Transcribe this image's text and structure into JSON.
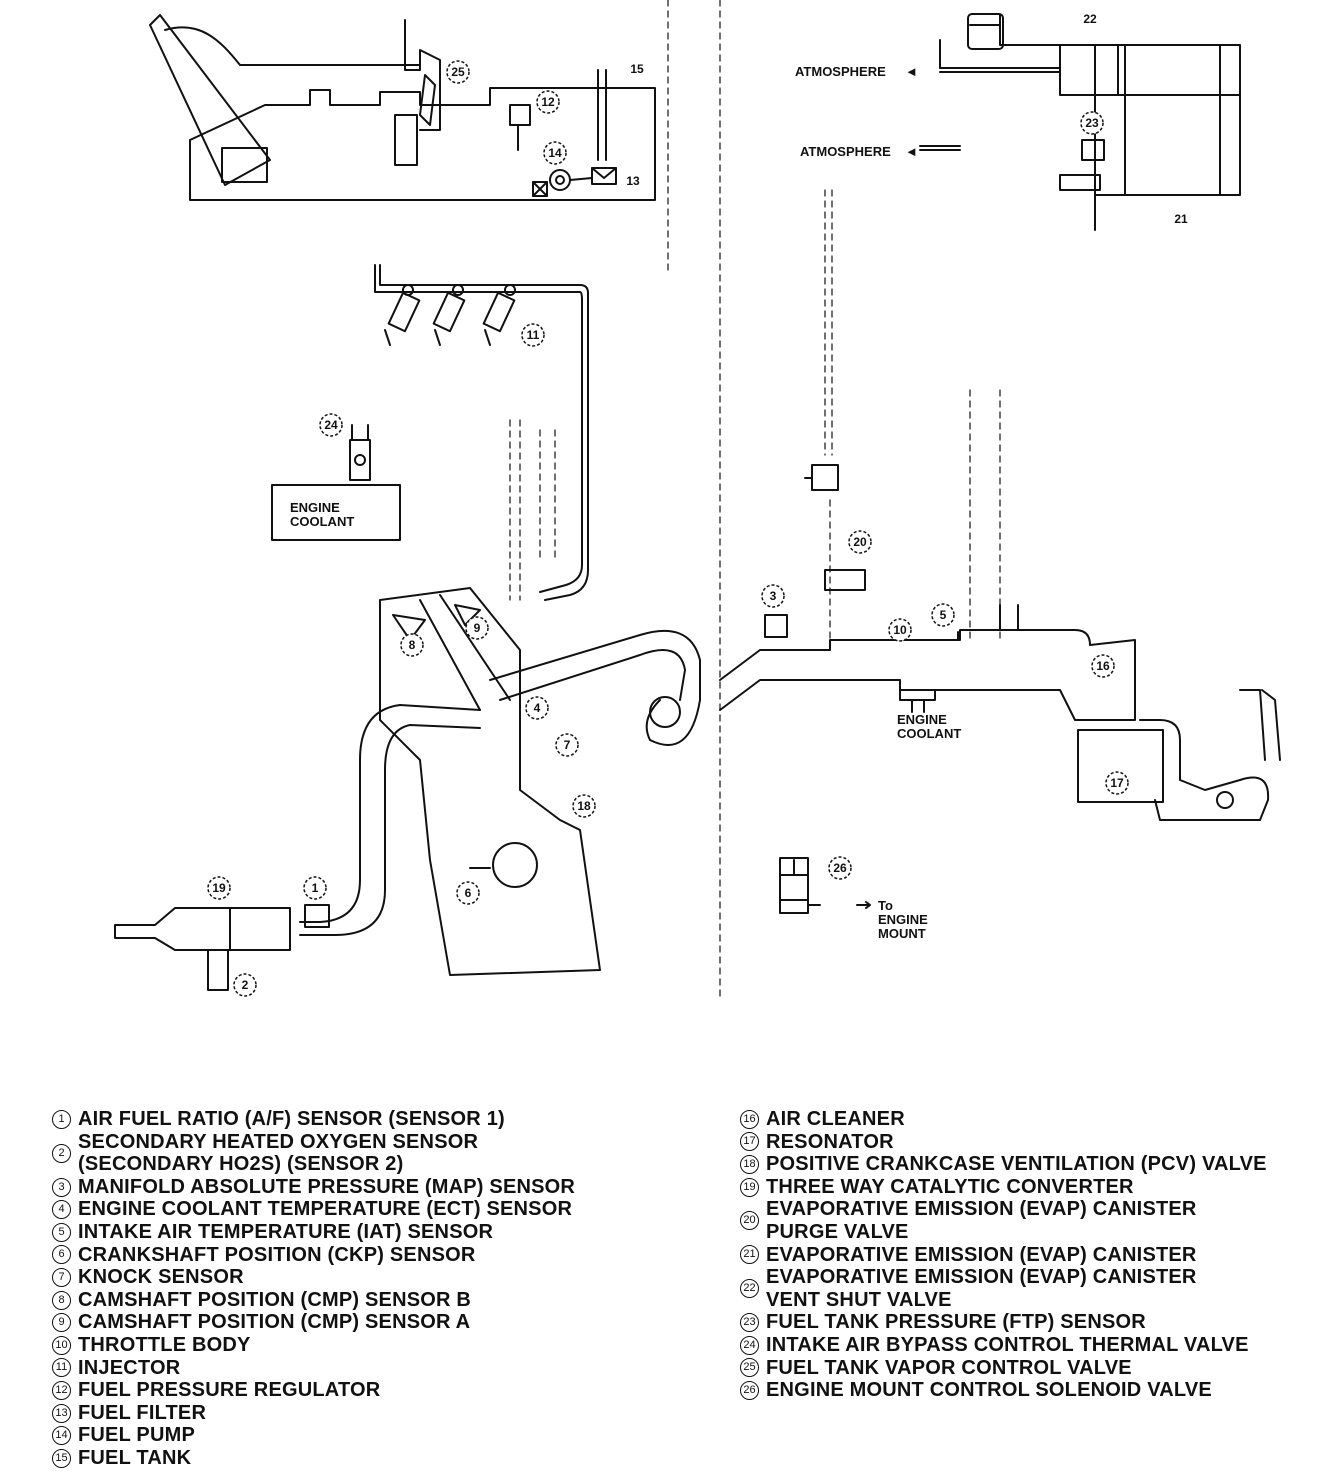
{
  "diagram": {
    "labels": {
      "atmosphere_1": "ATMOSPHERE",
      "atmosphere_2": "ATMOSPHERE",
      "engine_coolant_1": "ENGINE\nCOOLANT",
      "engine_coolant_2": "ENGINE\nCOOLANT",
      "to_engine_mount": "To\nENGINE\nMOUNT"
    },
    "callouts": [
      "1",
      "2",
      "3",
      "4",
      "5",
      "6",
      "7",
      "8",
      "9",
      "10",
      "11",
      "12",
      "13",
      "14",
      "15",
      "16",
      "17",
      "18",
      "19",
      "20",
      "21",
      "22",
      "23",
      "24",
      "25",
      "26"
    ]
  },
  "legend": {
    "left": [
      {
        "num": "1",
        "text": "AIR FUEL RATIO (A/F) SENSOR (SENSOR 1)"
      },
      {
        "num": "2",
        "text": "SECONDARY HEATED OXYGEN SENSOR\n(SECONDARY HO2S) (SENSOR 2)"
      },
      {
        "num": "3",
        "text": "MANIFOLD ABSOLUTE PRESSURE (MAP) SENSOR"
      },
      {
        "num": "4",
        "text": "ENGINE COOLANT TEMPERATURE (ECT) SENSOR"
      },
      {
        "num": "5",
        "text": "INTAKE AIR TEMPERATURE (IAT) SENSOR"
      },
      {
        "num": "6",
        "text": "CRANKSHAFT POSITION (CKP) SENSOR"
      },
      {
        "num": "7",
        "text": "KNOCK SENSOR"
      },
      {
        "num": "8",
        "text": "CAMSHAFT POSITION (CMP) SENSOR B"
      },
      {
        "num": "9",
        "text": "CAMSHAFT POSITION (CMP) SENSOR A"
      },
      {
        "num": "10",
        "text": "THROTTLE BODY"
      },
      {
        "num": "11",
        "text": "INJECTOR"
      },
      {
        "num": "12",
        "text": "FUEL PRESSURE REGULATOR"
      },
      {
        "num": "13",
        "text": "FUEL FILTER"
      },
      {
        "num": "14",
        "text": "FUEL PUMP"
      },
      {
        "num": "15",
        "text": "FUEL TANK"
      }
    ],
    "right": [
      {
        "num": "16",
        "text": "AIR CLEANER"
      },
      {
        "num": "17",
        "text": "RESONATOR"
      },
      {
        "num": "18",
        "text": "POSITIVE CRANKCASE VENTILATION (PCV) VALVE"
      },
      {
        "num": "19",
        "text": "THREE WAY CATALYTIC CONVERTER"
      },
      {
        "num": "20",
        "text": "EVAPORATIVE EMISSION (EVAP) CANISTER\nPURGE VALVE"
      },
      {
        "num": "21",
        "text": "EVAPORATIVE EMISSION (EVAP) CANISTER"
      },
      {
        "num": "22",
        "text": "EVAPORATIVE EMISSION (EVAP) CANISTER\nVENT SHUT VALVE"
      },
      {
        "num": "23",
        "text": "FUEL TANK PRESSURE (FTP) SENSOR"
      },
      {
        "num": "24",
        "text": "INTAKE AIR BYPASS CONTROL THERMAL VALVE"
      },
      {
        "num": "25",
        "text": "FUEL TANK VAPOR CONTROL VALVE"
      },
      {
        "num": "26",
        "text": "ENGINE MOUNT CONTROL SOLENOID VALVE"
      }
    ]
  }
}
